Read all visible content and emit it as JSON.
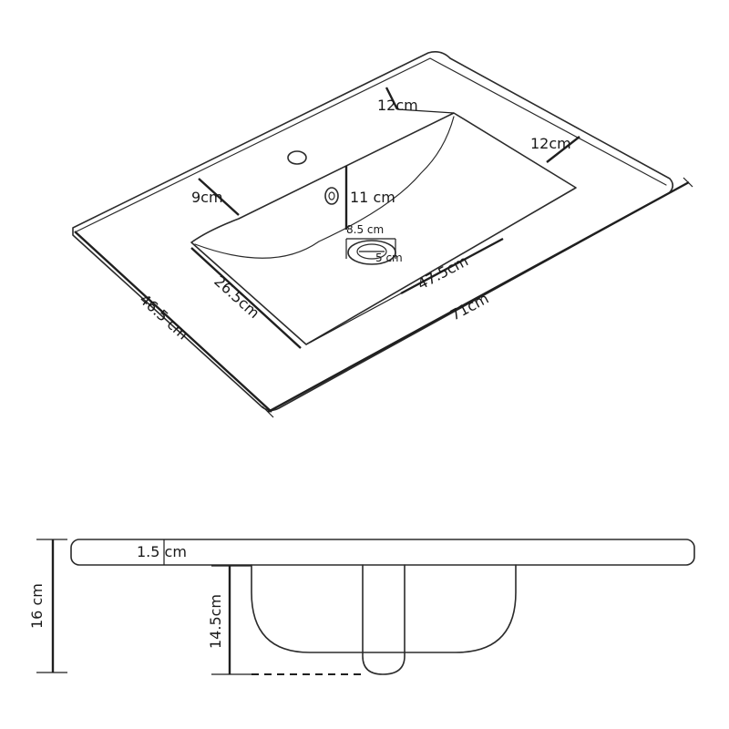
{
  "top_view": {
    "labels": {
      "overall_width": "71cm",
      "overall_depth": "46.5 cm",
      "basin_width": "47.5cm",
      "basin_depth": "26.5cm",
      "back_rim": "12cm",
      "side_rim": "12cm",
      "left_rim": "9cm",
      "tap_to_drain": "11 cm",
      "drain_outer": "8.5 cm",
      "drain_inner": "5 cm"
    }
  },
  "side_view": {
    "labels": {
      "total_height": "16 cm",
      "bowl_height": "14.5cm",
      "top_thickness": "1.5 cm"
    }
  }
}
